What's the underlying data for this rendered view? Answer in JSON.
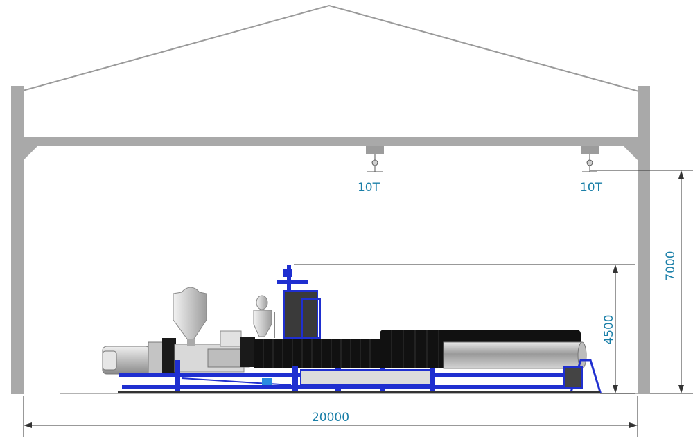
{
  "dimensions": {
    "width": "20000",
    "height_machine": "4500",
    "height_building": "7000"
  },
  "cranes": [
    {
      "label": "10T"
    },
    {
      "label": "10T"
    }
  ],
  "colors": {
    "structure": "#a6a6a6",
    "frame_blue": "#1f2fd0",
    "dimension_text": "#1a7fa8",
    "pipe_black": "#111111",
    "machine_grey": "#cfcfcf"
  }
}
